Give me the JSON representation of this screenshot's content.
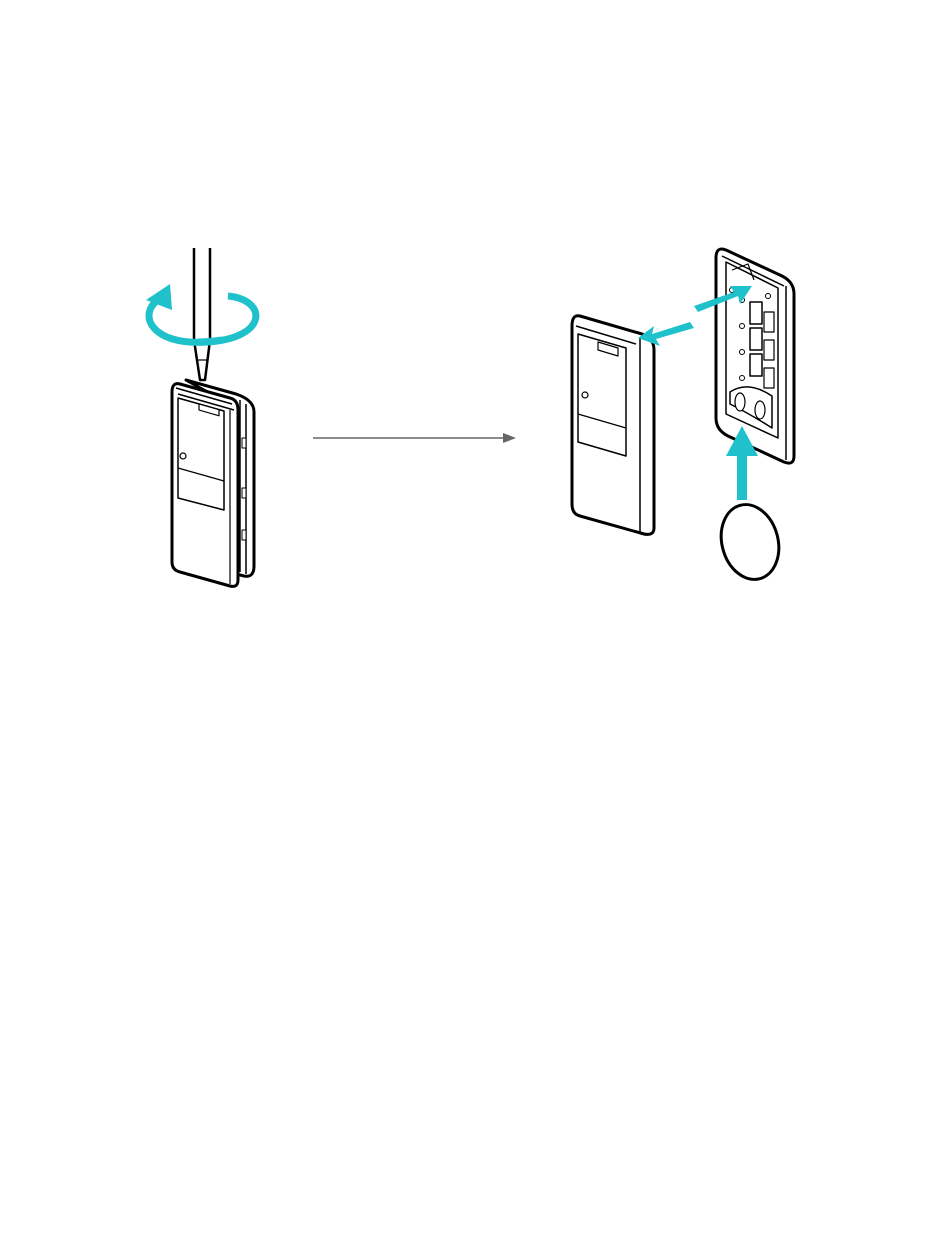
{
  "figure": {
    "description_text": "",
    "accent_color": "#1fc1cb",
    "line_color": "#000000",
    "arrow_color": "#666666"
  },
  "steps": [
    {
      "id": "step-1",
      "name": "screwdriver-pry-closed-device"
    },
    {
      "id": "step-2",
      "name": "separated-front-cover-and-back-plate"
    }
  ],
  "icons": {
    "rotate": "rotate-arrow-icon",
    "separate": "double-arrow-icon",
    "insert": "up-arrow-icon",
    "battery": "coin-battery-icon"
  }
}
